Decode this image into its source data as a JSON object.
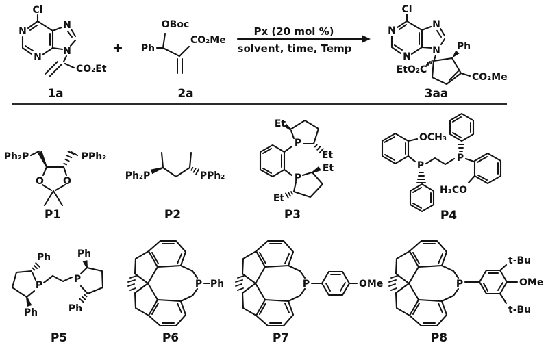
{
  "scheme": {
    "reactant_1a": {
      "cl": "Cl",
      "n1": "N",
      "n3": "N",
      "n7": "N",
      "n9": "N",
      "ester": "CO₂Et",
      "label": "1a"
    },
    "plus_sign": "+",
    "reactant_2a": {
      "oboc": "OBoc",
      "ph": "Ph",
      "ester": "CO₂Me",
      "label": "2a"
    },
    "conditions": {
      "line1": "Px (20 mol %)",
      "line2": "solvent, time, Temp"
    },
    "product_3aa": {
      "cl": "Cl",
      "n1": "N",
      "n3": "N",
      "n7": "N",
      "n9": "N",
      "ph": "Ph",
      "ester_left": "EtO₂C",
      "ester_right": "CO₂Me",
      "label": "3aa"
    }
  },
  "ligands": {
    "spiro_core": {
      "p": "P"
    },
    "p1": {
      "p_left": "Ph₂P",
      "p_right": "PPh₂",
      "o_left": "O",
      "o_right": "O",
      "label": "P1"
    },
    "p2": {
      "p_left": "Ph₂P",
      "p_right": "PPh₂",
      "label": "P2"
    },
    "p3": {
      "p_top": "P",
      "p_bottom": "P",
      "et_top_left": "Et",
      "et_top_right": "Et",
      "et_mid_right": "Et",
      "et_bottom_left": "Et",
      "label": "P3"
    },
    "p4": {
      "p_left": "P",
      "p_right": "P",
      "ome_top": "OCH₃",
      "ome_bottom": "H₃CO",
      "label": "P4"
    },
    "p5": {
      "p_left": "P",
      "p_right": "P",
      "ph_top_left": "Ph",
      "ph_bottom_left": "Ph",
      "ph_top_right": "Ph",
      "ph_bottom_right": "Ph",
      "label": "P5"
    },
    "p6": {
      "ph": "Ph",
      "label": "P6"
    },
    "p7": {
      "ome": "OMe",
      "label": "P7"
    },
    "p8": {
      "ome": "OMe",
      "tbu_top": "t-Bu",
      "tbu_bottom": "t-Bu",
      "label": "P8"
    }
  }
}
